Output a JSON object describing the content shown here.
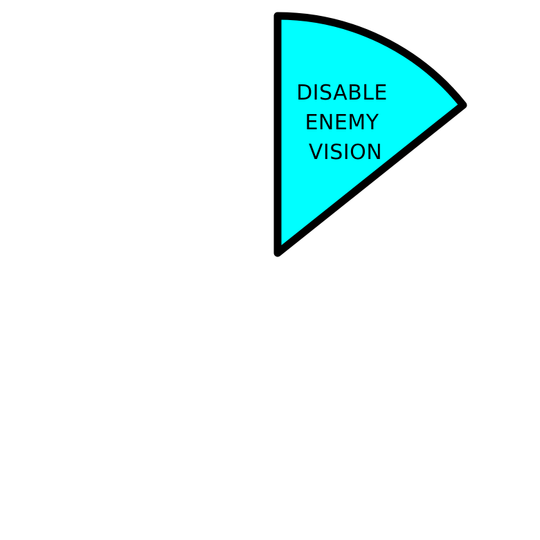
{
  "wheel": {
    "segments": [
      {
        "label_lines": [
          "DISABLE",
          "ENEMY",
          "VISION"
        ],
        "fill_color": "#00FFFF",
        "outline_color": "#000000",
        "text_color": "#000000"
      }
    ]
  }
}
